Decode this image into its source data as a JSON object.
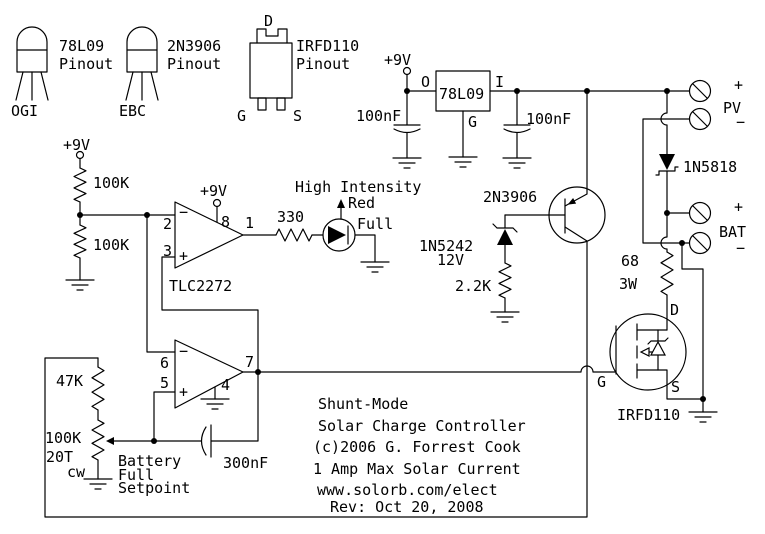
{
  "page": {
    "background": "#ffffff",
    "ink": "#000000"
  },
  "pinout_legend": {
    "regulator": {
      "part": "78L09",
      "caption": "Pinout",
      "pin_order": "OGI"
    },
    "transistor": {
      "part": "2N3906",
      "caption": "Pinout",
      "pin_order": "EBC"
    },
    "mosfet": {
      "part": "IRFD110",
      "caption": "Pinout",
      "pin_drain": "D",
      "pin_gate": "G",
      "pin_source": "S"
    }
  },
  "power_rail": {
    "supply_label": "+9V",
    "regulator": {
      "part": "78L09",
      "pin_out": "O",
      "pin_in": "I",
      "pin_gnd": "G"
    },
    "cap_left": "100nF",
    "cap_right": "100nF"
  },
  "reference_divider": {
    "supply_label": "+9V",
    "r_top": "100K",
    "r_bottom": "100K"
  },
  "opamp": {
    "part": "TLC2272",
    "a": {
      "pin_inv": "2",
      "pin_noninv": "3",
      "pin_out": "1",
      "pin_vplus": "8",
      "supply_label": "+9V",
      "inv_sign": "−",
      "noninv_sign": "+"
    },
    "b": {
      "pin_inv": "6",
      "pin_noninv": "5",
      "pin_out": "7",
      "pin_vminus": "4",
      "inv_sign": "−",
      "noninv_sign": "+"
    }
  },
  "led_indicator": {
    "resistor": "330",
    "label_line1": "High Intensity",
    "label_line2": "Red",
    "label_line3": "Full"
  },
  "overvoltage_clamp": {
    "transistor": "2N3906",
    "zener": "1N5242",
    "zener_voltage": "12V",
    "resistor": "2.2K"
  },
  "terminals": {
    "pv": {
      "plus": "+",
      "name": "PV",
      "minus": "−"
    },
    "bat": {
      "plus": "+",
      "name": "BAT",
      "minus": "−"
    },
    "blocking_diode": "1N5818"
  },
  "shunt_stage": {
    "resistor": "68",
    "power": "3W",
    "mosfet": "IRFD110",
    "pin_drain": "D",
    "pin_gate": "G",
    "pin_source": "S"
  },
  "setpoint": {
    "r_top": "47K",
    "pot_value": "100K",
    "pot_turns": "20T",
    "pot_cw": "cw",
    "cap": "300nF",
    "label_line1": "Battery",
    "label_line2": "Full",
    "label_line3": "Setpoint"
  },
  "title_block": {
    "line1": "Shunt-Mode",
    "line2": "Solar Charge Controller",
    "line3": "(c)2006 G. Forrest Cook",
    "line4": "1 Amp Max Solar Current",
    "line5": "www.solorb.com/elect",
    "line6": "Rev: Oct 20, 2008"
  }
}
